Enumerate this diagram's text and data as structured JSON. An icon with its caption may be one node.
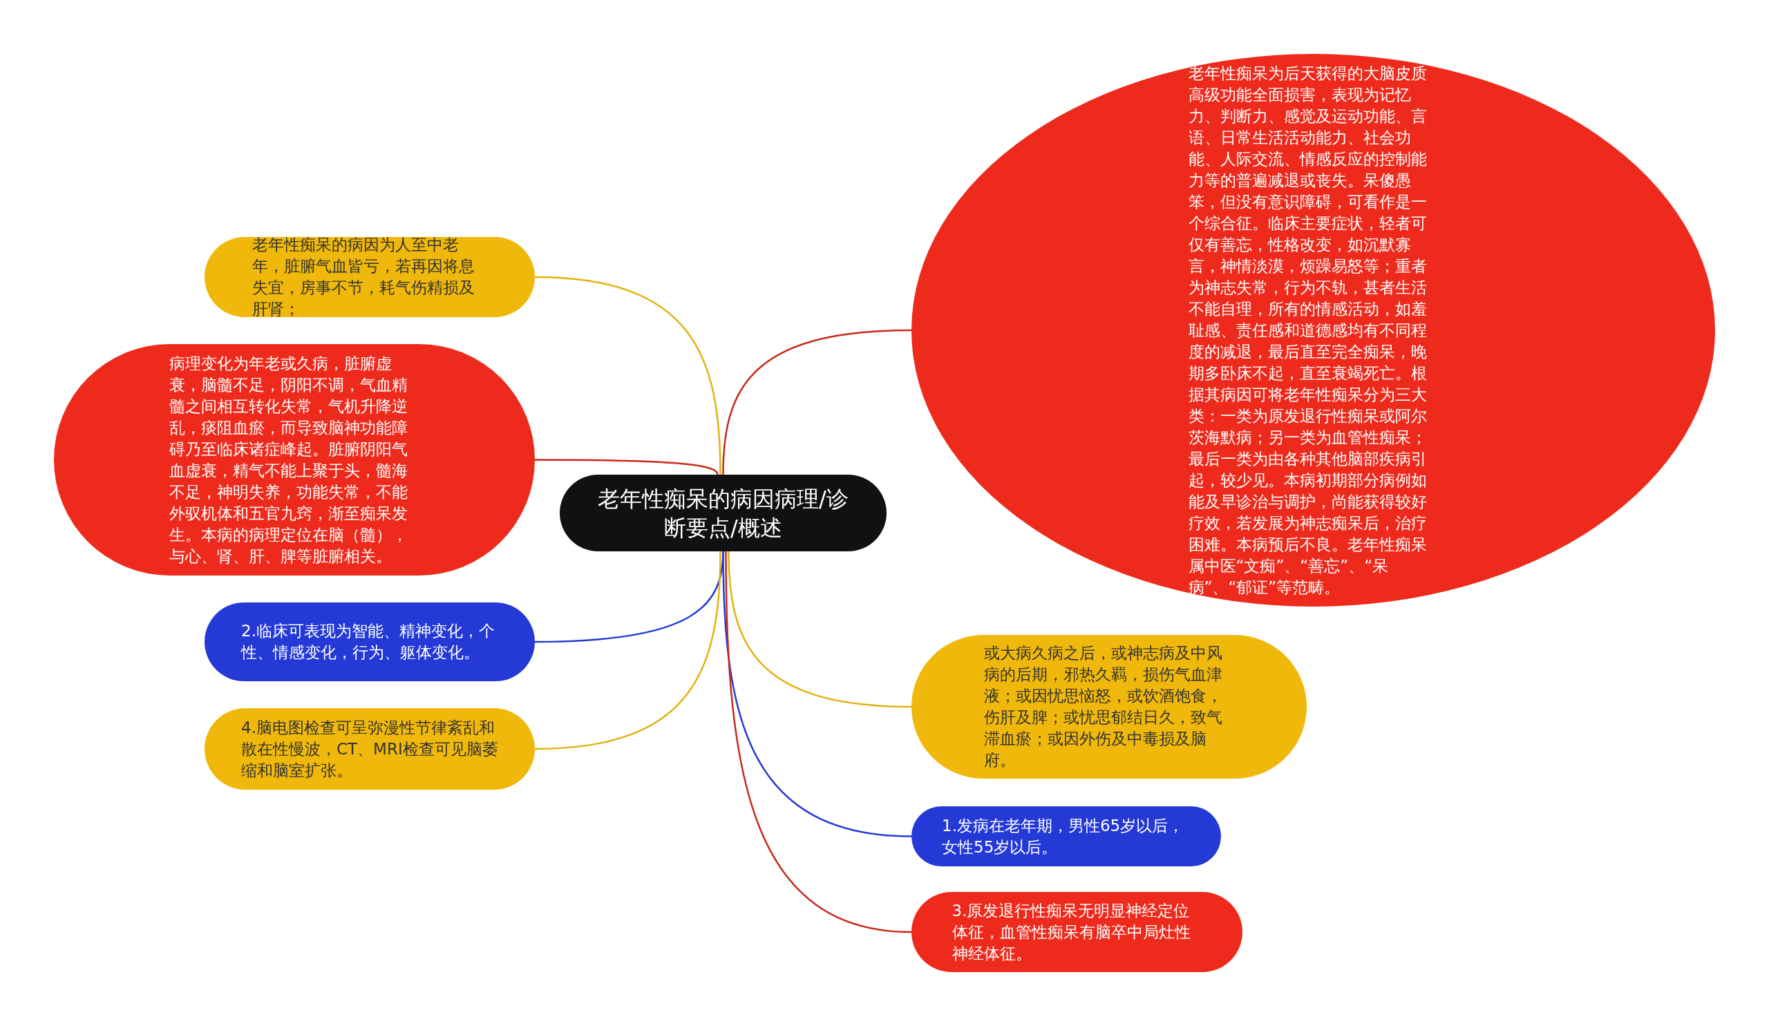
{
  "diagram": {
    "nodes": [
      {
        "text": [
          "老年性痴呆的病因病理/诊断要点/概述"
        ]
      },
      {
        "text": [
          "老年性痴呆为后天获得的大脑皮质高级功能全面损害，表现为记忆力、判断力、感觉及运动功能、言语、日常生活活动能力、社会功能、人际交流、情感反应的控制能力等的普遍减退或丧失。呆傻愚笨，但没有意识障碍，可看作是一个综合征。临床主要症状，轻者可仅有善忘，性格改变，如沉默寡言，神情淡漠，烦躁易怒等；重者为神志失常，行为不轨，甚者生活不能自理，所有的情感活动，如羞耻感、责任感和道德感均有不同程度的减退，最后直至完全痴呆，晚期多卧床不起，直至衰竭死亡。根据其病因可将老年性痴呆分为三大类：一类为原发退行性痴呆或阿尔茨海默病；另一类为血管性痴呆；最后一类为由各种其他脑部疾病引起，较少见。本病初期部分病例如能及早诊治与调护，尚能获得较好疗效，若发展为神志痴呆后，治疗困难。本病预后不良。老年性痴呆属中医“文痴”、“善忘”、“呆病”、“郁证”等范畴。"
        ]
      },
      {
        "text": [
          "老年性痴呆的病因为人至中老年，脏腑气血皆亏，若再因将息失宜，房事不节，耗气伤精损及肝肾；"
        ]
      },
      {
        "text": [
          "病理变化为年老或久病，脏腑虚衰，脑髓不足，阴阳不调，气血精髓之间相互转化失常，气机升降逆乱，痰阻血瘀，而导致脑神功能障碍乃至临床诸症峰起。脏腑阴阳气血虚衰，精气不能上聚于头，髓海不足，神明失养，功能失常，不能外驭机体和五官九窍，渐至痴呆发生。本病的病理定位在脑（髓），与心、肾、肝、脾等脏腑相关。"
        ]
      },
      {
        "text": [
          "2.临床可表现为智能、精神变化，个性、情感变化，行为、躯体变化。"
        ]
      },
      {
        "text": [
          "4.脑电图检查可呈弥漫性节律紊乱和散在性慢波，CT、MRI检查可见脑萎缩和脑室扩张。"
        ]
      },
      {
        "text": [
          "或大病久病之后，或神志病及中风病的后期，邪热久羁，损伤气血津液；或因忧思恼怒，或饮酒饱食，伤肝及脾；或忧思郁结日久，致气滞血瘀；或因外伤及中毒损及脑府。"
        ]
      },
      {
        "text": [
          "1.发病在老年期，男性65岁以后，女性55岁以后。"
        ]
      },
      {
        "text": [
          "3.原发退行性痴呆无明显神经定位体征，血管性痴呆有脑卒中局灶性神经体征。"
        ]
      }
    ],
    "edges": [
      {
        "from": 0,
        "to": 1,
        "arrow": "none",
        "color": "#c8281c"
      },
      {
        "from": 0,
        "to": 2,
        "arrow": "none",
        "color": "#e0b210"
      },
      {
        "from": 0,
        "to": 3,
        "arrow": "none",
        "color": "#c8281c"
      },
      {
        "from": 0,
        "to": 4,
        "arrow": "none",
        "color": "#2439d6"
      },
      {
        "from": 0,
        "to": 5,
        "arrow": "none",
        "color": "#e0b210"
      },
      {
        "from": 0,
        "to": 6,
        "arrow": "none",
        "color": "#e0b210"
      },
      {
        "from": 0,
        "to": 7,
        "arrow": "none",
        "color": "#2439d6"
      },
      {
        "from": 0,
        "to": 8,
        "arrow": "none",
        "color": "#c8281c"
      }
    ]
  }
}
